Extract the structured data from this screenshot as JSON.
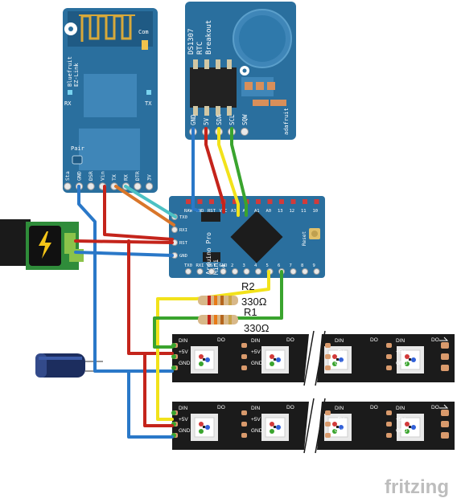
{
  "bluetooth": {
    "labels": [
      "Bluefruit",
      "EZ-Link"
    ],
    "com": "Com",
    "rx": "RX",
    "tx": "TX",
    "pair": "Pair",
    "pins": [
      "Sta",
      "GND",
      "DSR",
      "Vin",
      "TX",
      "RX",
      "DTR",
      "3V"
    ]
  },
  "rtc": {
    "title": [
      "DS1307",
      "RTC",
      "Breakout"
    ],
    "pins": [
      "GND",
      "5V",
      "SDA",
      "SCL",
      "SQW"
    ],
    "brand": "adafruit"
  },
  "arduino": {
    "name": [
      "Arduino Pro",
      "Mini"
    ],
    "version": "v14",
    "reset": "Reset",
    "top_pins": [
      "RAW",
      "GND",
      "RST",
      "VCC",
      "A3",
      "A2",
      "A1",
      "A0",
      "13",
      "12",
      "11",
      "10"
    ],
    "left_pins": [
      "TX0",
      "RXI",
      "RST",
      "GND"
    ],
    "bottom_pins": [
      "TX0",
      "RXI",
      "RST",
      "GND",
      "2",
      "3",
      "4",
      "5",
      "6",
      "7",
      "8",
      "9"
    ]
  },
  "resistors": {
    "r2_name": "R2",
    "r2_value": "330Ω",
    "r1_name": "R1",
    "r1_value": "330Ω"
  },
  "strip": {
    "din": "DIN",
    "do": "DO",
    "plus5v": "+5V",
    "gnd": "GND"
  },
  "watermark": "fritzing",
  "colors": {
    "red": "#c4241b",
    "blue": "#2a78c8",
    "green": "#3aa42e",
    "yellow": "#f2e21b",
    "orange": "#d9762a",
    "teal": "#4cc1c4",
    "board_blue": "#2a6f9e",
    "strip_black": "#1b1b1b"
  }
}
